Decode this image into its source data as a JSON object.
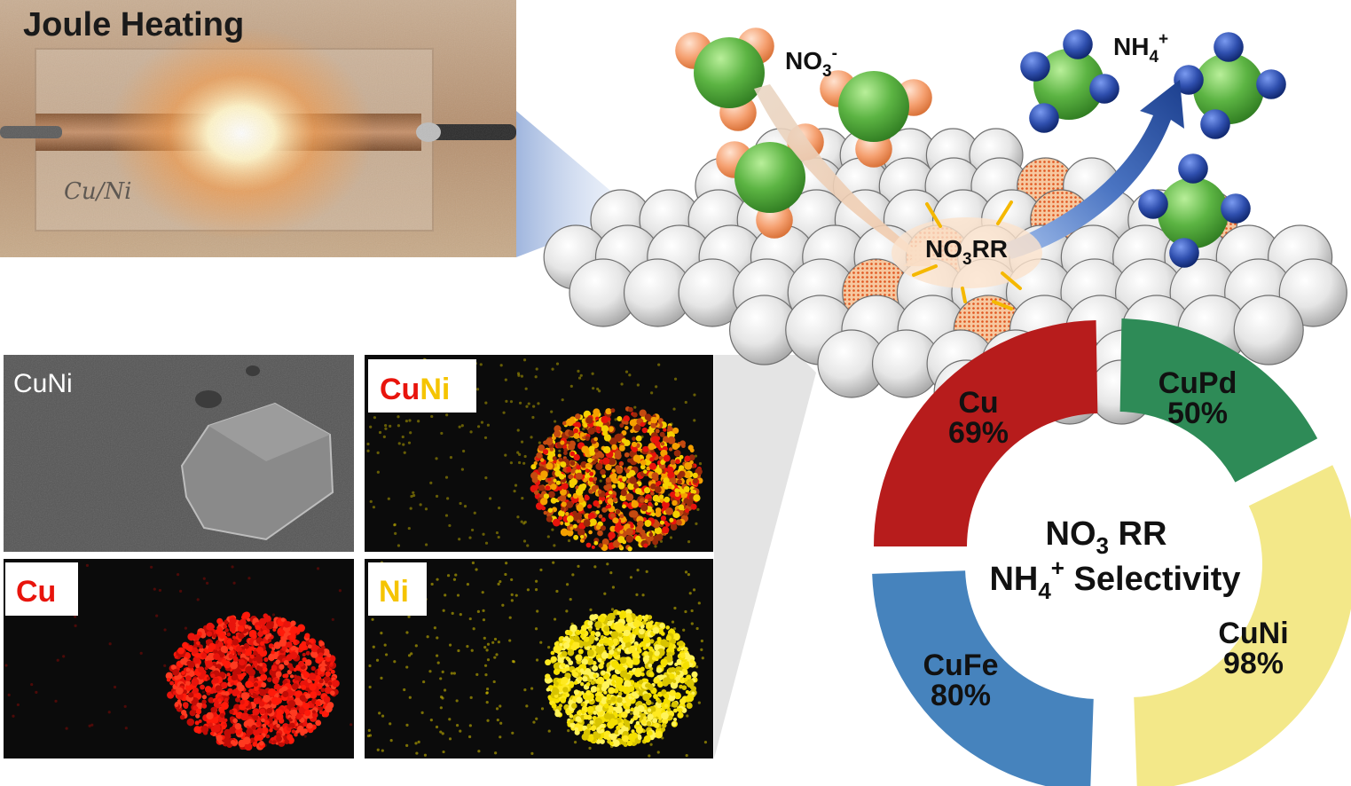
{
  "photo": {
    "title": "Joule Heating",
    "handwriting": "Cu/Ni"
  },
  "mapping": {
    "sem_label": "CuNi",
    "overlay_label_cu": "Cu",
    "overlay_label_ni": "Ni",
    "cu_label": "Cu",
    "ni_label": "Ni"
  },
  "schematic": {
    "reactant_main": "NO",
    "reactant_sub": "3",
    "reactant_sup": "-",
    "product_main": "NH",
    "product_sub": "4",
    "product_sup": "+",
    "reaction_a": "NO",
    "reaction_sub": "3",
    "reaction_b": "RR"
  },
  "donut": {
    "center_line1_a": "NO",
    "center_line1_sub": "3",
    "center_line1_b": " RR",
    "center_line2_a": "NH",
    "center_line2_sub": "4",
    "center_line2_sup": "+",
    "center_line2_b": " Selectivity",
    "segments": [
      {
        "name": "Cu",
        "value": "69%",
        "color": "#b71c1c"
      },
      {
        "name": "CuPd",
        "value": "50%",
        "color": "#2e8b57"
      },
      {
        "name": "CuNi",
        "value": "98%",
        "color": "#f3e889"
      },
      {
        "name": "CuFe",
        "value": "80%",
        "color": "#4683bd"
      }
    ]
  },
  "colors": {
    "copper": "#e8140c",
    "nickel": "#f5d000",
    "molecule_center": "#5cb443",
    "oxygen": "#f5a070",
    "hydrogen": "#2f4fae"
  }
}
